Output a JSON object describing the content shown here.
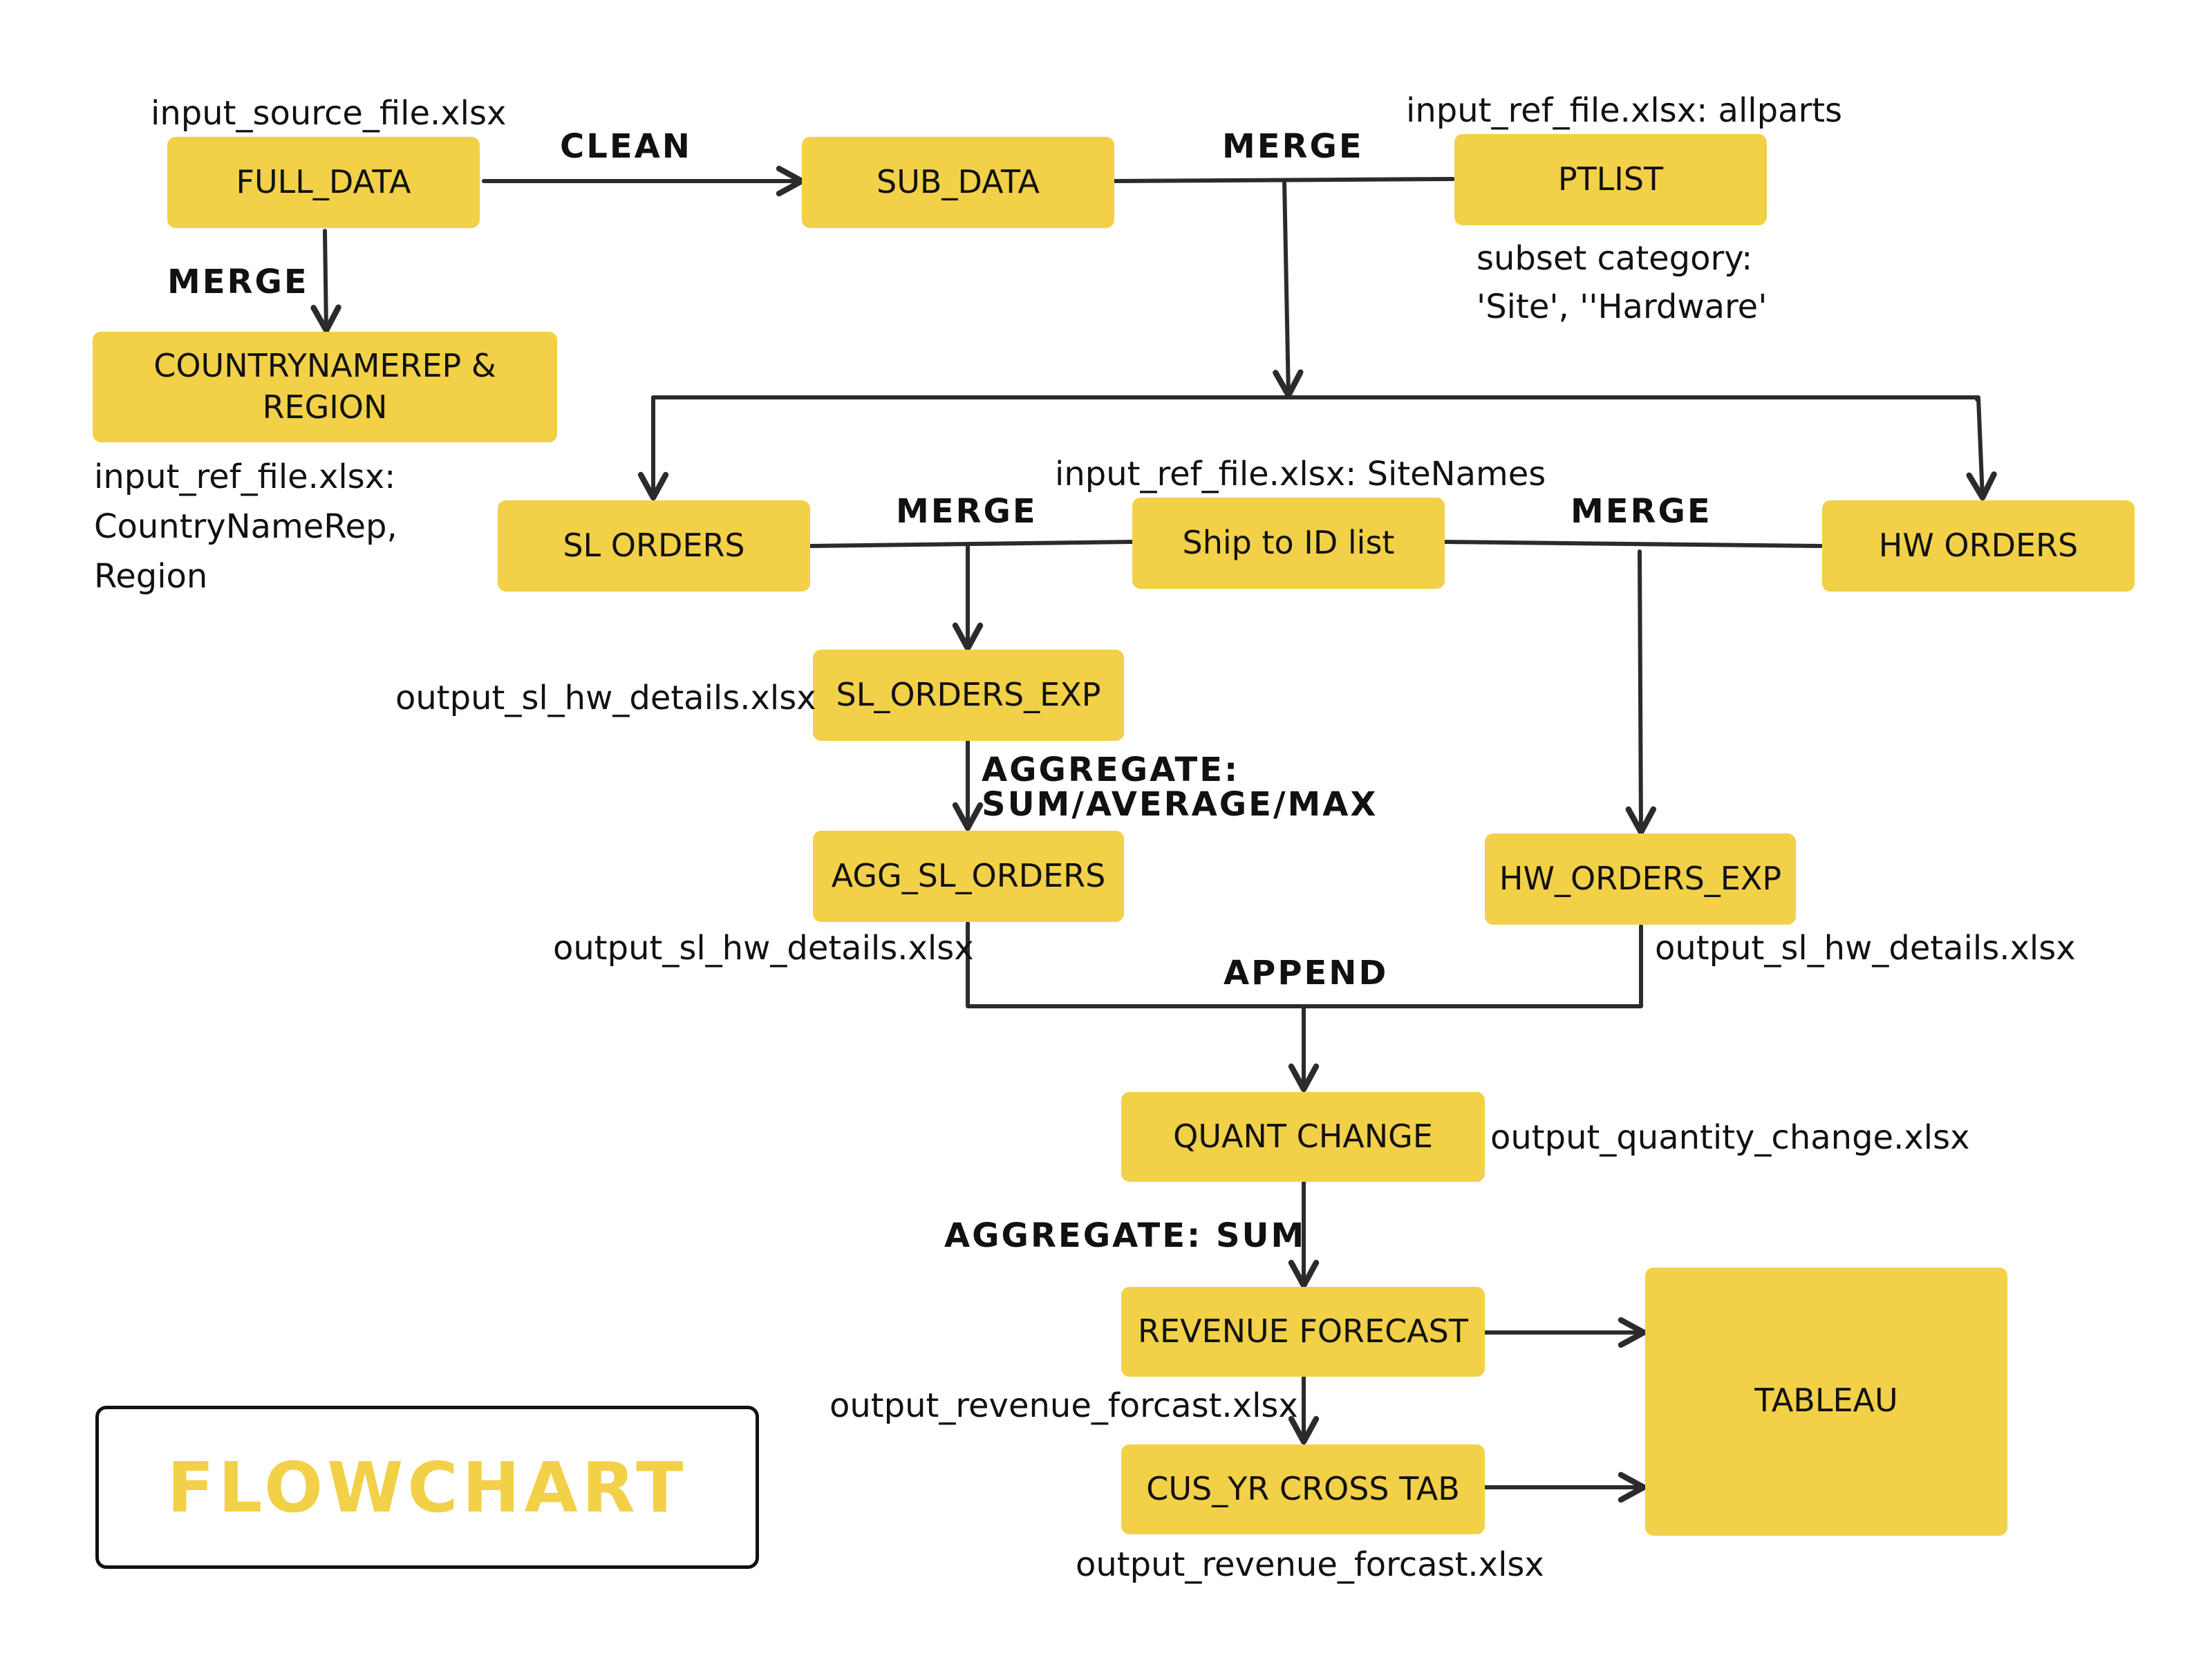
{
  "title": "FLOWCHART",
  "colors": {
    "node_fill": "#f2d048",
    "edge": "#2b2b2b",
    "text": "#111111"
  },
  "nodes": {
    "full_data": "FULL_DATA",
    "sub_data": "SUB_DATA",
    "ptlist": "PTLIST",
    "countryname_region": "COUNTRYNAMEREP & REGION",
    "sl_orders": "SL ORDERS",
    "ship_to_id": "Ship to ID list",
    "hw_orders": "HW ORDERS",
    "sl_orders_exp": "SL_ORDERS_EXP",
    "agg_sl_orders": "AGG_SL_ORDERS",
    "hw_orders_exp": "HW_ORDERS_EXP",
    "quant_change": "QUANT CHANGE",
    "revenue_forecast": "REVENUE FORECAST",
    "cus_yr_cross_tab": "CUS_YR CROSS TAB",
    "tableau": "TABLEAU"
  },
  "operations": {
    "clean": "CLEAN",
    "merge_top": "MERGE",
    "merge_left": "MERGE",
    "merge_sl": "MERGE",
    "merge_hw": "MERGE",
    "aggregate_1_line1": "AGGREGATE:",
    "aggregate_1_line2": "SUM/AVERAGE/MAX",
    "append": "APPEND",
    "aggregate_sum": "AGGREGATE: SUM"
  },
  "annotations": {
    "input_source": "input_source_file.xlsx",
    "ref_allparts": "input_ref_file.xlsx: allparts",
    "subset_line1": "subset category:",
    "subset_line2": "'Site', ''Hardware'",
    "ref_country_line1": "input_ref_file.xlsx:",
    "ref_country_line2": "CountryNameRep,",
    "ref_country_line3": "Region",
    "ref_sitenames": "input_ref_file.xlsx: SiteNames",
    "out_sl_exp": "output_sl_hw_details.xlsx",
    "out_agg_sl": "output_sl_hw_details.xlsx",
    "out_hw_exp": "output_sl_hw_details.xlsx",
    "out_quantity": "output_quantity_change.xlsx",
    "out_revenue_1": "output_revenue_forcast.xlsx",
    "out_revenue_2": "output_revenue_forcast.xlsx"
  }
}
